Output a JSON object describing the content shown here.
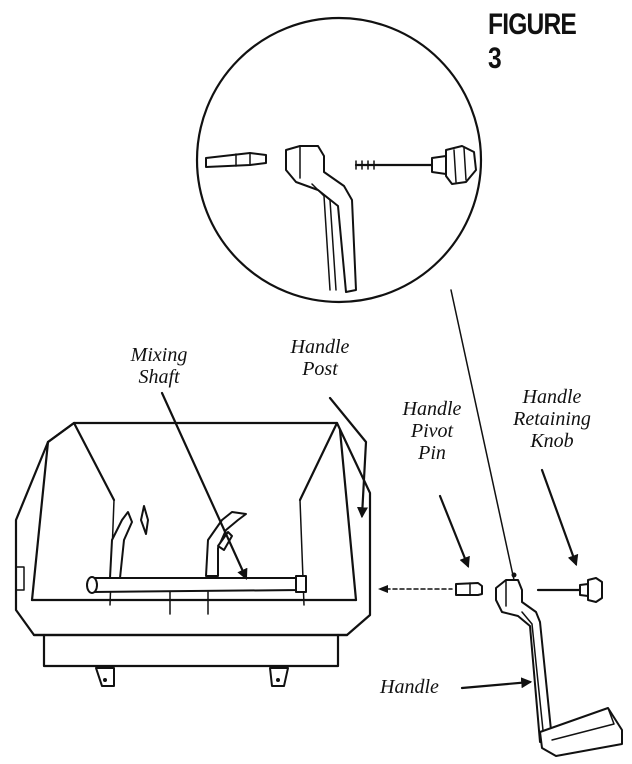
{
  "figure": {
    "title": "FIGURE 3",
    "labels": {
      "mixing_shaft": "Mixing\nShaft",
      "handle_post": "Handle\nPost",
      "handle_pivot_pin": "Handle\nPivot\nPin",
      "handle_retaining_knob": "Handle\nRetaining\nKnob",
      "handle": "Handle"
    },
    "colors": {
      "ink": "#111111",
      "background": "#ffffff"
    },
    "icons": [
      "arrow-icon",
      "dashed-leader-icon"
    ]
  }
}
